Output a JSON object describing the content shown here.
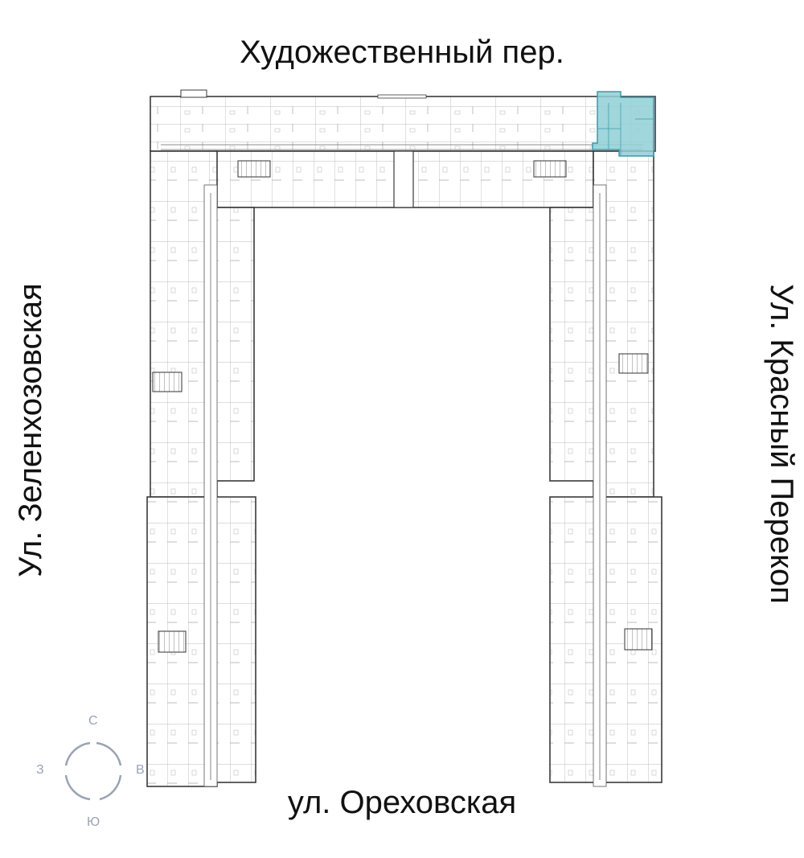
{
  "streets": {
    "north": "Художественный пер.",
    "south": "ул. Ореховская",
    "west": "Ул. Зеленхозовская",
    "east": "Ул. Красный Перекоп"
  },
  "compass": {
    "north": "С",
    "south": "Ю",
    "west": "З",
    "east": "В"
  },
  "colors": {
    "highlight_fill": "#8fcfd6",
    "highlight_stroke": "#3b9aa6",
    "wall": "#3a3a3a",
    "room_line": "#8a8a8a",
    "compass": "#9aa3b5"
  }
}
